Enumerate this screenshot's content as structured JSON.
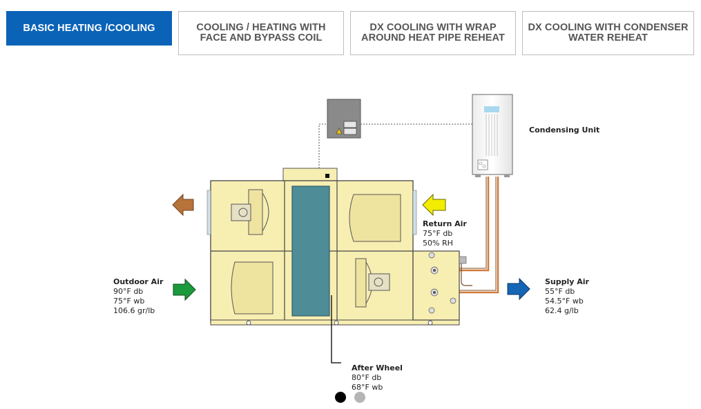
{
  "tabs": [
    {
      "label": "BASIC HEATING /COOLING",
      "active": true
    },
    {
      "label": "COOLING / HEATING WITH\nFACE AND BYPASS COIL",
      "active": false
    },
    {
      "label": "DX COOLING WITH WRAP\nAROUND HEAT PIPE REHEAT",
      "active": false
    },
    {
      "label": "DX COOLING WITH CONDENSER\nWATER REHEAT",
      "active": false
    }
  ],
  "diagram": {
    "condensing_unit": {
      "title": "Condensing Unit"
    },
    "return_air": {
      "title": "Return Air",
      "lines": [
        "75°F db",
        "50% RH"
      ]
    },
    "outdoor_air": {
      "title": "Outdoor Air",
      "lines": [
        "90°F db",
        "75°F wb",
        "106.6 gr/lb"
      ]
    },
    "supply_air": {
      "title": "Supply Air",
      "lines": [
        "55°F db",
        "54.5°F wb",
        "62.4 g/lb"
      ]
    },
    "after_wheel": {
      "title": "After Wheel",
      "lines": [
        "80°F db",
        "68°F wb"
      ]
    }
  },
  "carousel": {
    "slide_count": 2,
    "active_index": 0
  },
  "colors": {
    "active_tab": "#0a63b7",
    "unit_body": "#f7eeb2",
    "wheel": "#4e8c98",
    "exhaust_arrow": "#b8733a",
    "return_arrow": "#f2ec00",
    "outdoor_arrow": "#1b9a3c",
    "supply_arrow": "#1565b5",
    "refrigerant_pipe": "#d27a3a"
  }
}
